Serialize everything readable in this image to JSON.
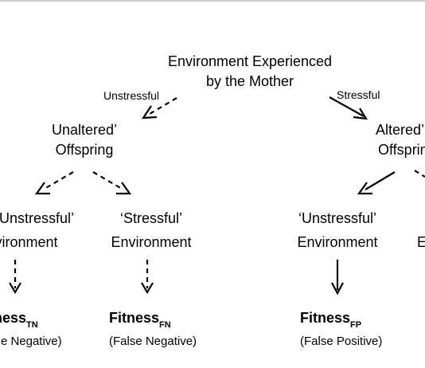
{
  "root": {
    "line1": "Environment Experienced",
    "line2": "by the Mother"
  },
  "edges": {
    "left": "Unstressful",
    "right": "Stressful"
  },
  "offspring": {
    "unaltered": {
      "line1": "Unaltered’",
      "line2": "Offspring"
    },
    "altered": {
      "line1": "Altered’",
      "line2": "Offspring"
    }
  },
  "environments": {
    "ll": {
      "line1": "‘Unstressful’",
      "line2": "Environment"
    },
    "lr": {
      "line1": "‘Stressful’",
      "line2": "Environment"
    },
    "rl": {
      "line1": "‘Unstressful’",
      "line2": "Environment"
    },
    "rr": {
      "line1": "",
      "line2": "Environment"
    }
  },
  "outcomes": {
    "tn": {
      "word": "Fitness",
      "sub": "TN",
      "note": "(True Negative)"
    },
    "fn": {
      "word": "Fitness",
      "sub": "FN",
      "note": "(False Negative)"
    },
    "fp": {
      "word": "Fitness",
      "sub": "FP",
      "note": "(False Positive)"
    }
  }
}
